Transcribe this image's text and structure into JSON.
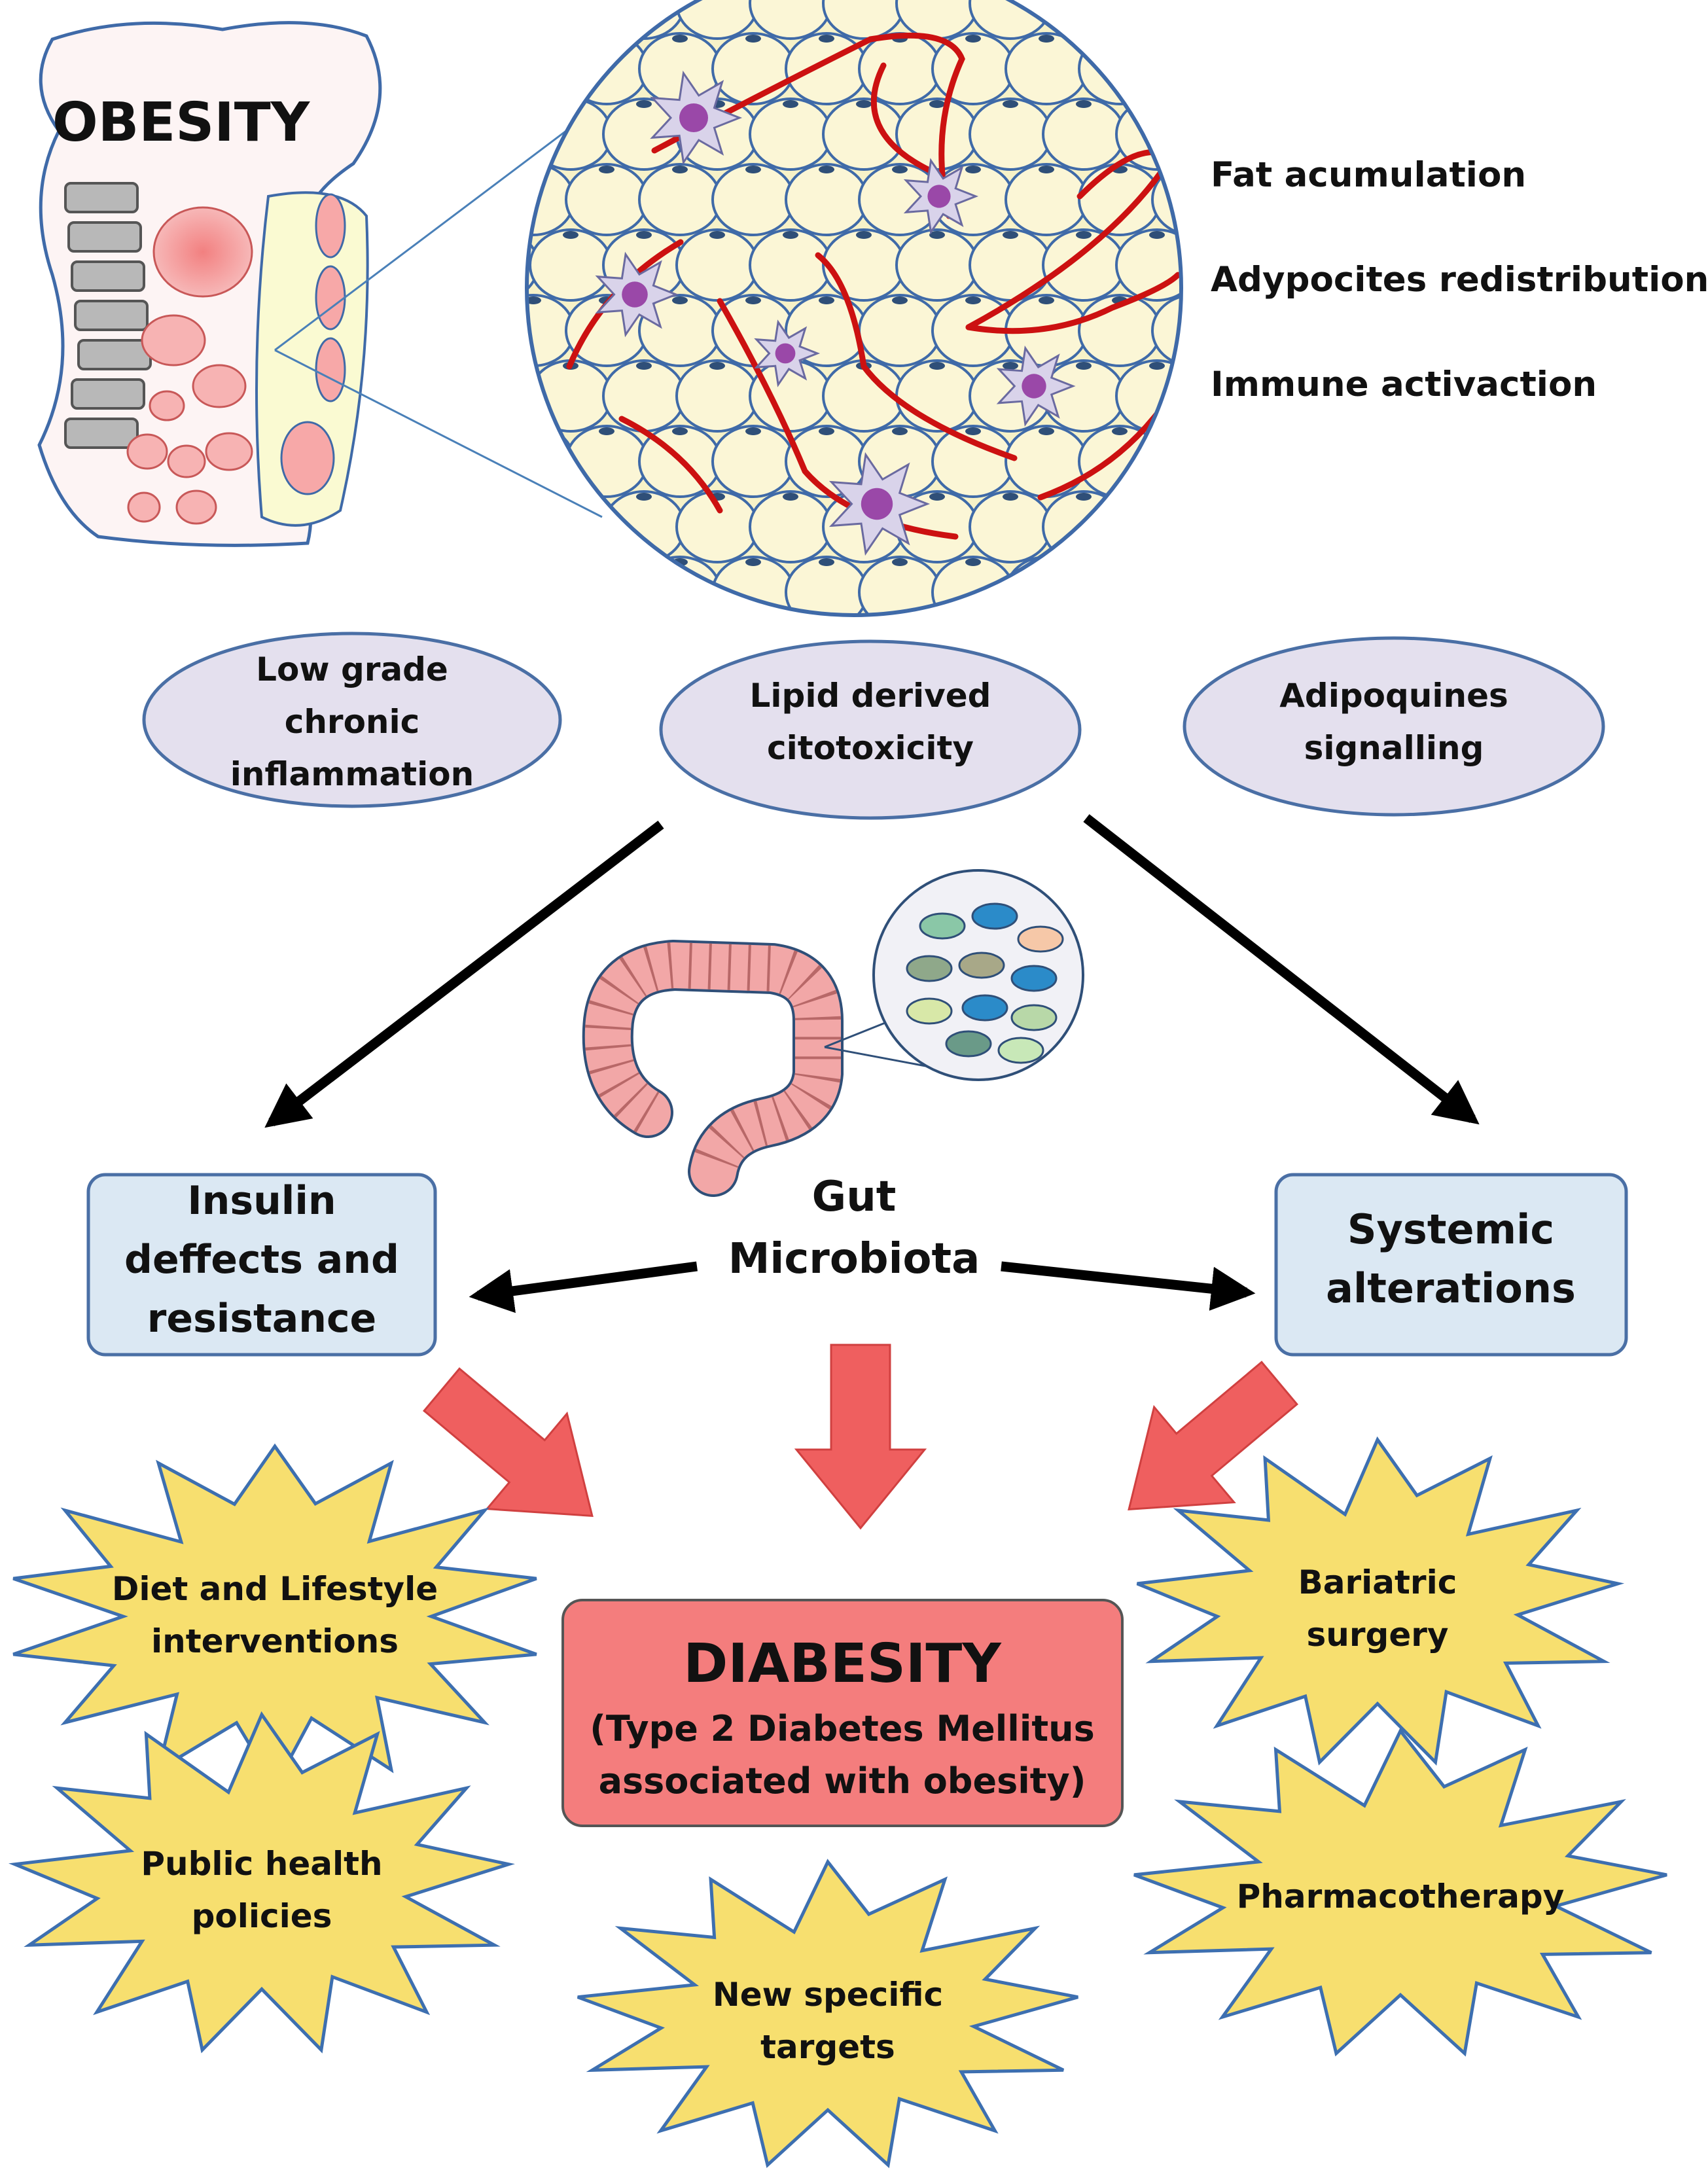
{
  "obesity_panel": {
    "title": "OBESITY"
  },
  "tissue_features": [
    "Fat acumulation",
    "Adypocites redistribution",
    "Immune activaction"
  ],
  "mechanisms": [
    {
      "lines": [
        "Low grade",
        "chronic",
        "inflammation"
      ]
    },
    {
      "lines": [
        "Lipid derived",
        "citotoxicity"
      ]
    },
    {
      "lines": [
        "Adipoquines",
        "signalling"
      ]
    }
  ],
  "gut": {
    "lines": [
      "Gut",
      "Microbiota"
    ]
  },
  "insulin_box": {
    "lines": [
      "Insulin",
      "deffects and",
      "resistance"
    ]
  },
  "systemic_box": {
    "lines": [
      "Systemic",
      "alterations"
    ]
  },
  "diabesity": {
    "title": "DIABESITY",
    "subtitle_lines": [
      "(Type 2 Diabetes Mellitus",
      "associated with obesity)"
    ]
  },
  "interventions": {
    "diet": [
      "Diet and Lifestyle",
      "interventions"
    ],
    "bariatric": [
      "Bariatric",
      "surgery"
    ],
    "public_health": [
      "Public health",
      "policies"
    ],
    "pharmaco": [
      "Pharmacotherapy"
    ],
    "targets": [
      "New specific",
      "targets"
    ]
  },
  "colors": {
    "oval_fill": "#e4e0ee",
    "oval_stroke": "#4a6fa5",
    "box_fill": "#dbe8f3",
    "box_stroke": "#4a6fa5",
    "diabesity_fill": "#f47d7d",
    "star_fill": "#f7df6f",
    "star_stroke": "#3d6fb0",
    "red_arrow": "#ef5f5f",
    "vessel": "#cc1111",
    "adipocyte": "#fbf6d6"
  }
}
